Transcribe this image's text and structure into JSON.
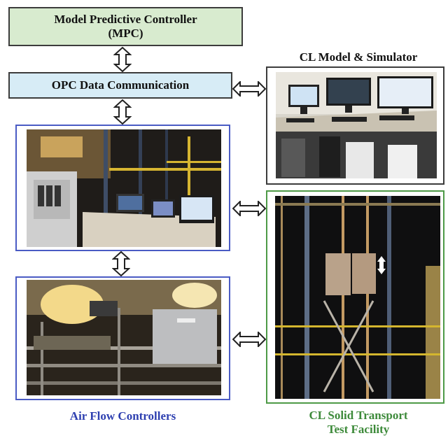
{
  "mpc": {
    "line1": "Model Predictive Controller",
    "line2": "(MPC)"
  },
  "opc": {
    "label": "OPC Data Communication"
  },
  "simulator": {
    "title": "CL Model & Simulator"
  },
  "air_flow": {
    "caption": "Air Flow Controllers"
  },
  "facility": {
    "line1": "CL Solid Transport",
    "line2": "Test  Facility"
  },
  "colors": {
    "mpc_fill": "#d8ebcf",
    "opc_fill": "#d7ecf6",
    "blue_frame": "#4a5bc4",
    "green_frame": "#4e9a47",
    "dark_frame": "#3c3c3c",
    "air_flow_text": "#2d3fb0",
    "facility_text": "#3d8a3a"
  }
}
